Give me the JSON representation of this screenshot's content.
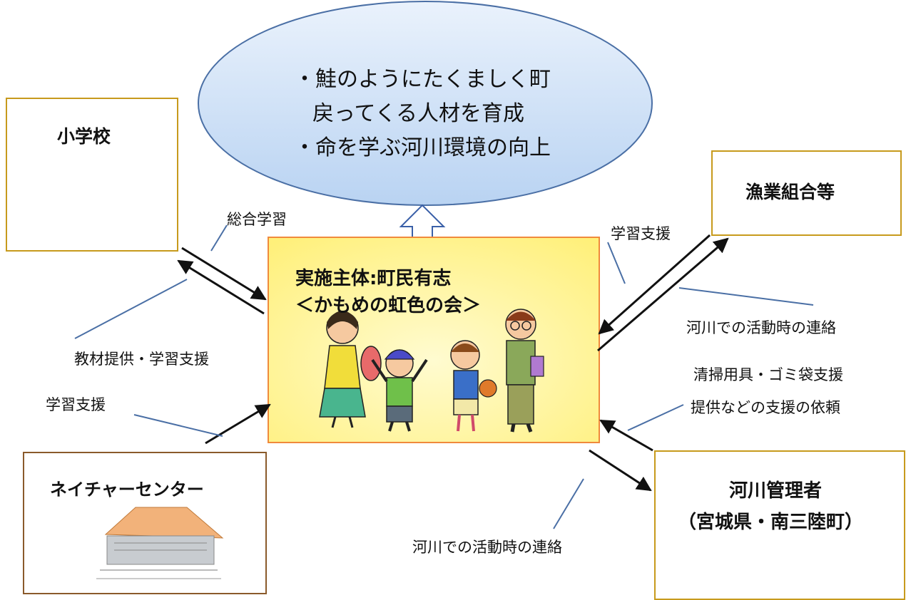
{
  "goal": {
    "line1": "・鮭のようにたくましく町",
    "line2": "戻ってくる人材を育成",
    "line3": "・命を学ぶ河川環境の向上"
  },
  "center": {
    "title": "実施主体:町民有志",
    "subtitle": "＜かもめの虹色の会＞"
  },
  "nodes": {
    "school": "小学校",
    "fishery": "漁業組合等",
    "nature_center": "ネイチャーセンター",
    "river_admin_line1": "河川管理者",
    "river_admin_line2": "（宮城県・南三陸町）"
  },
  "labels": {
    "sogo": "総合学習",
    "kyozai": "教材提供・学習支援",
    "gakushu_left": "学習支援",
    "gakushu_right": "学習支援",
    "renraku_right": "河川での活動時の連絡",
    "seiso1": "清掃用具・ゴミ袋支援",
    "seiso2": "提供などの支援の依頼",
    "renraku_bottom": "河川での活動時の連絡"
  },
  "colors": {
    "ellipse_fill": "#cfe1f7",
    "ellipse_stroke": "#4a6fa5",
    "box_gold": "#c79a1c",
    "box_brown": "#8a5a2b",
    "center_fill": "#fff6a8",
    "center_border": "#f08a3c",
    "leader_line": "#4a6fa5"
  }
}
